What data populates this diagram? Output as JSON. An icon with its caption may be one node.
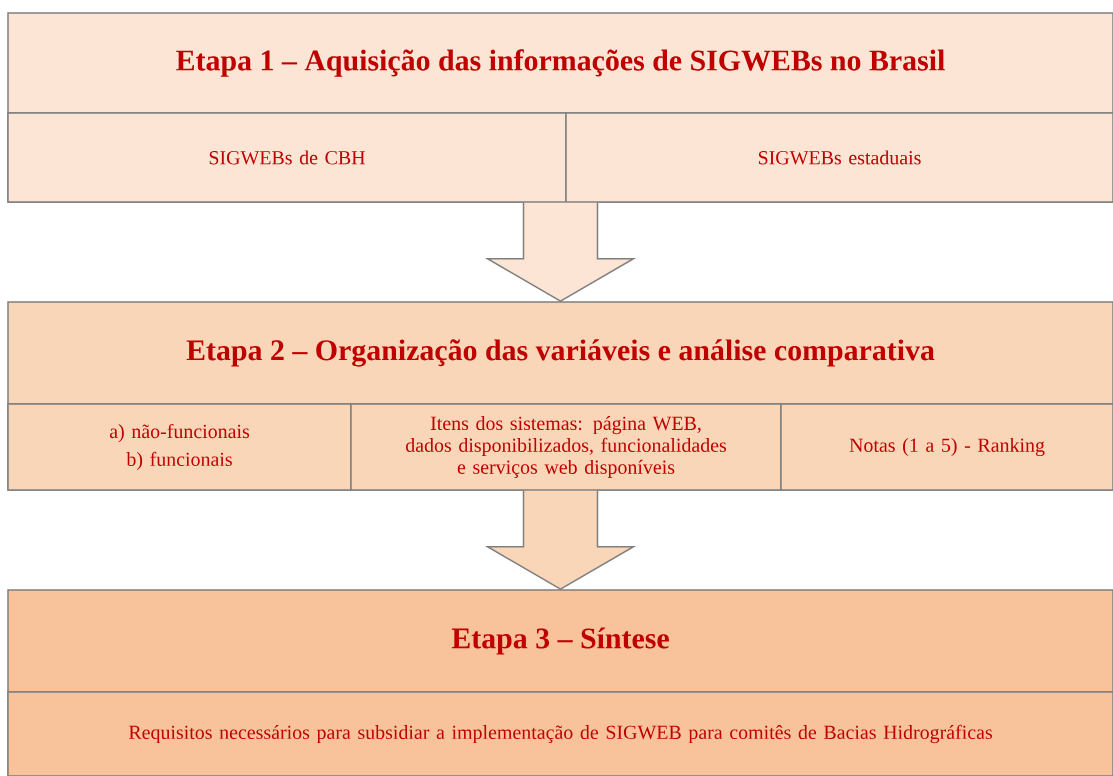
{
  "diagram": {
    "nodes": [
      {
        "text": [
          "Etapa 1 – Aquisição das informações de SIGWEBs no Brasil"
        ]
      },
      {
        "text": [
          "SIGWEBs de CBH"
        ],
        "in": 0
      },
      {
        "text": [
          "SIGWEBs estaduais"
        ],
        "in": 0
      },
      {
        "text": [
          "Etapa  2 – Organização das variáveis e análise comparativa"
        ]
      },
      {
        "text": [
          "a) não-funcionais",
          "b) funcionais"
        ],
        "in": 3
      },
      {
        "text": [
          "Itens dos sistemas: página WEB, dados disponibilizados, funcionalidades e serviços web disponíveis"
        ],
        "in": 3
      },
      {
        "text": [
          "Notas (1 a 5) - Ranking"
        ],
        "in": 3
      },
      {
        "text": [
          "Etapa 3 – Síntese"
        ]
      },
      {
        "text": [
          "Requisitos necessários para subsidiar a implementação de SIGWEB para comitês de Bacias Hidrográficas"
        ],
        "in": 7
      }
    ],
    "edges": [
      {
        "from": 0,
        "to": 3,
        "arrow": "to"
      },
      {
        "from": 3,
        "to": 7,
        "arrow": "to"
      }
    ]
  }
}
